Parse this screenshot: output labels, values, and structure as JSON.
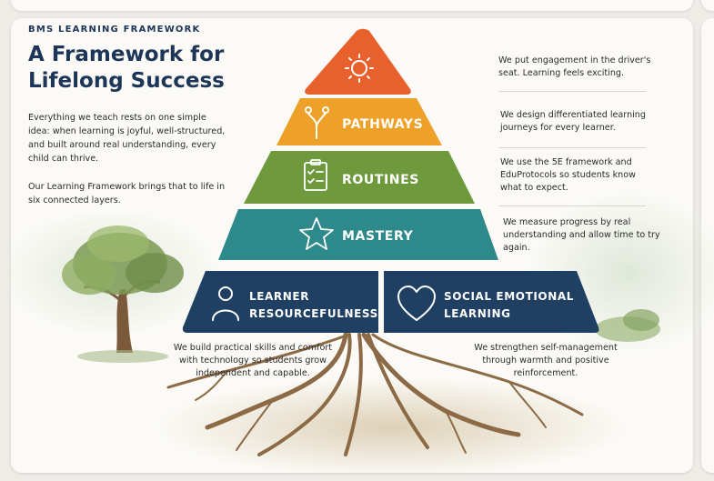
{
  "eyebrow": "BMS LEARNING FRAMEWORK",
  "title": "A Framework for Lifelong Success",
  "intro": {
    "paragraph1": "Everything we teach rests on one simple idea: when learning is joyful, well-structured, and built around real understanding, every child can thrive.",
    "paragraph2": "Our Learning Framework brings that to life in six connected layers."
  },
  "tiers": [
    {
      "icon": "sun-icon",
      "label": "",
      "color": "#e8612c",
      "description": "We put engagement in the driver's seat. Learning feels exciting."
    },
    {
      "icon": "branching-path-icon",
      "label": "PATHWAYS",
      "color": "#eea128",
      "description": "We design differentiated learning journeys for every learner."
    },
    {
      "icon": "checklist-clipboard-icon",
      "label": "ROUTINES",
      "color": "#6e9a3d",
      "description": "We use the 5E framework and EduProtocols so students know what to expect."
    },
    {
      "icon": "star-icon",
      "label": "MASTERY",
      "color": "#2e8a8a",
      "description": "We measure progress by real understanding and allow time to try again."
    }
  ],
  "foundation": [
    {
      "icon": "person-icon",
      "label_line1": "LEARNER",
      "label_line2": "RESOURCEFULNESS",
      "color": "#1f3f63",
      "description": "We build practical skills and comfort with technology so students grow independent and capable."
    },
    {
      "icon": "heart-icon",
      "label_line1": "SOCIAL EMOTIONAL",
      "label_line2": "LEARNING",
      "color": "#1f3f63",
      "description": "We strengthen self-management through warmth and positive reinforcement."
    }
  ]
}
